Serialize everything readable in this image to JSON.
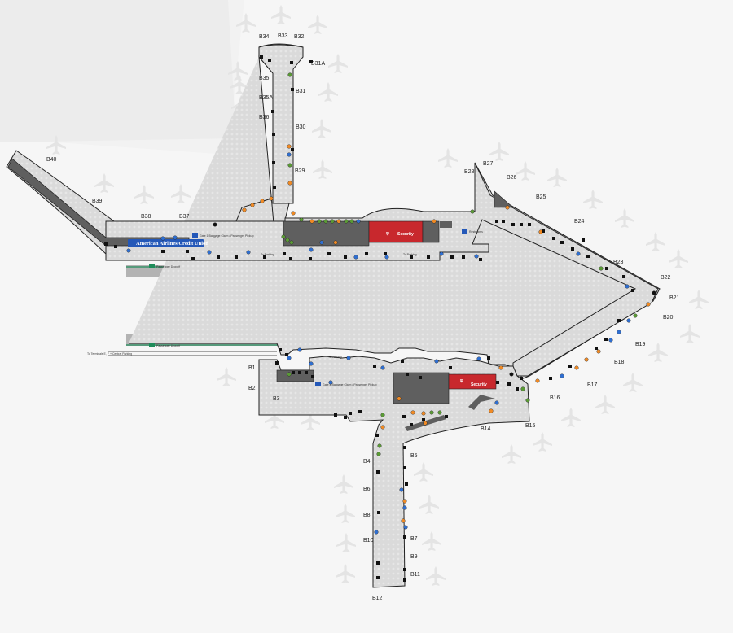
{
  "colors": {
    "background": "#f2f2f2",
    "concourse_fill": "#dcdcdc",
    "concourse_stroke": "#222222",
    "road": "#b3b3b3",
    "security": "#c8282d",
    "building": "#5f5f5f",
    "curb_green": "#1e8c5a",
    "crosswalk": "#f0e63c",
    "amenity_blue": "#2f6fd1",
    "amenity_orange": "#f08a24",
    "amenity_green": "#5a9a35",
    "amenity_black": "#111111",
    "sign_blue": "#2458b8"
  },
  "gates": [
    {
      "id": "b34",
      "label": "B34"
    },
    {
      "id": "b33",
      "label": "B33"
    },
    {
      "id": "b32",
      "label": "B32"
    },
    {
      "id": "b31a",
      "label": "B31A"
    },
    {
      "id": "b35",
      "label": "B35"
    },
    {
      "id": "b31",
      "label": "B31"
    },
    {
      "id": "b35a",
      "label": "B35A"
    },
    {
      "id": "b36",
      "label": "B36"
    },
    {
      "id": "b30",
      "label": "B30"
    },
    {
      "id": "b29",
      "label": "B29"
    },
    {
      "id": "b40",
      "label": "B40"
    },
    {
      "id": "b39",
      "label": "B39"
    },
    {
      "id": "b38",
      "label": "B38"
    },
    {
      "id": "b37",
      "label": "B37"
    },
    {
      "id": "b28",
      "label": "B28"
    },
    {
      "id": "b27",
      "label": "B27"
    },
    {
      "id": "b26",
      "label": "B26"
    },
    {
      "id": "b25",
      "label": "B25"
    },
    {
      "id": "b24",
      "label": "B24"
    },
    {
      "id": "b23",
      "label": "B23"
    },
    {
      "id": "b22",
      "label": "B22"
    },
    {
      "id": "b21",
      "label": "B21"
    },
    {
      "id": "b20",
      "label": "B20"
    },
    {
      "id": "b19",
      "label": "B19"
    },
    {
      "id": "b18",
      "label": "B18"
    },
    {
      "id": "b17",
      "label": "B17"
    },
    {
      "id": "b16",
      "label": "B16"
    },
    {
      "id": "b15",
      "label": "B15"
    },
    {
      "id": "b14",
      "label": "B14"
    },
    {
      "id": "b1",
      "label": "B1"
    },
    {
      "id": "b2",
      "label": "B2"
    },
    {
      "id": "b3",
      "label": "B3"
    },
    {
      "id": "b4",
      "label": "B4"
    },
    {
      "id": "b5",
      "label": "B5"
    },
    {
      "id": "b6",
      "label": "B6"
    },
    {
      "id": "b8",
      "label": "B8"
    },
    {
      "id": "b7",
      "label": "B7"
    },
    {
      "id": "b10",
      "label": "B10"
    },
    {
      "id": "b9",
      "label": "B9"
    },
    {
      "id": "b11",
      "label": "B11"
    },
    {
      "id": "b12",
      "label": "B12"
    }
  ],
  "signs": {
    "security_north": "Security",
    "security_south": "Security",
    "credit_union": "American Airlines Credit Union",
    "passenger_dropoff_top": "Passenger Dropoff",
    "passenger_dropoff_bottom": "Passenger Dropoff",
    "to_parking_1": "To Parking",
    "to_parking_2": "To Parking",
    "to_parking_3": "To Parking",
    "to_terminals": "To Terminals E, F + Central Parking",
    "baggage_north": "Gate 1 Baggage Claim / Passenger Pickup",
    "baggage_south": "Gate 4 Baggage Claim / Passenger Pickup",
    "restroom_east": "Restrooms",
    "icon_restroom": "restroom-icon",
    "icon_security": "security-icon",
    "icon_taxi": "taxi-icon",
    "icon_airplane": "airplane-icon"
  }
}
